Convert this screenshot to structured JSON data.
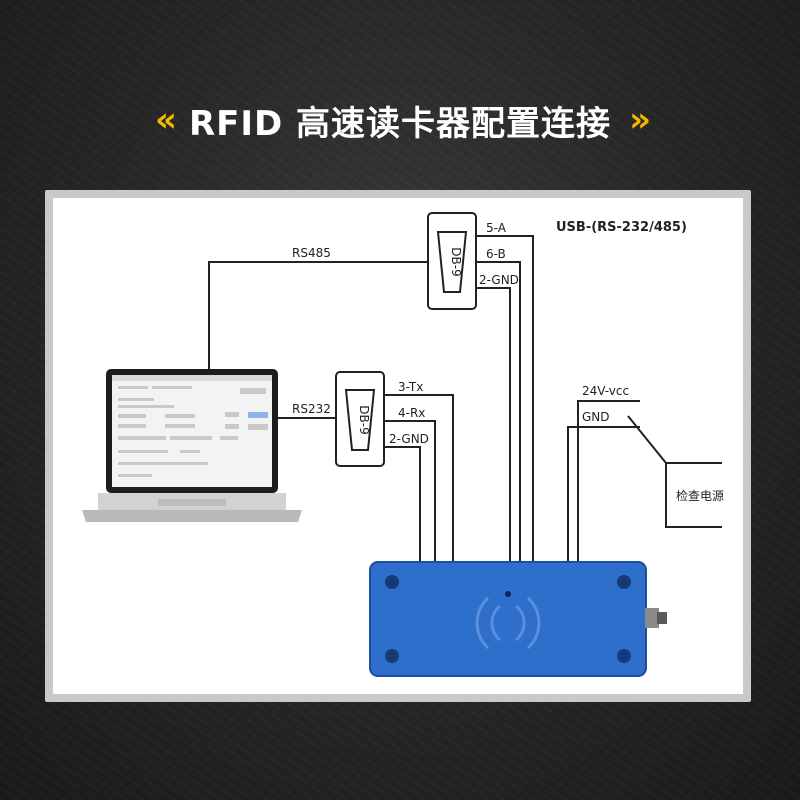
{
  "title": {
    "text": "RFID 高速读卡器配置连接",
    "left_chevron": "«",
    "right_chevron": "»"
  },
  "colors": {
    "accent": "#f2b800",
    "device": "#2f6fcc",
    "wire": "#222222"
  },
  "diagram": {
    "header": "USB-(RS-232/485)",
    "rs485_label": "RS485",
    "rs232_label": "RS232",
    "db9_top_label": "DB-9",
    "db9_bottom_label": "DB-9",
    "top_pins": [
      "5-A",
      "6-B",
      "2-GND"
    ],
    "bottom_pins": [
      "3-Tx",
      "4-Rx",
      "2-GND"
    ],
    "power": [
      "24V-vcc",
      "GND"
    ],
    "power_box_label": "检查电源"
  }
}
